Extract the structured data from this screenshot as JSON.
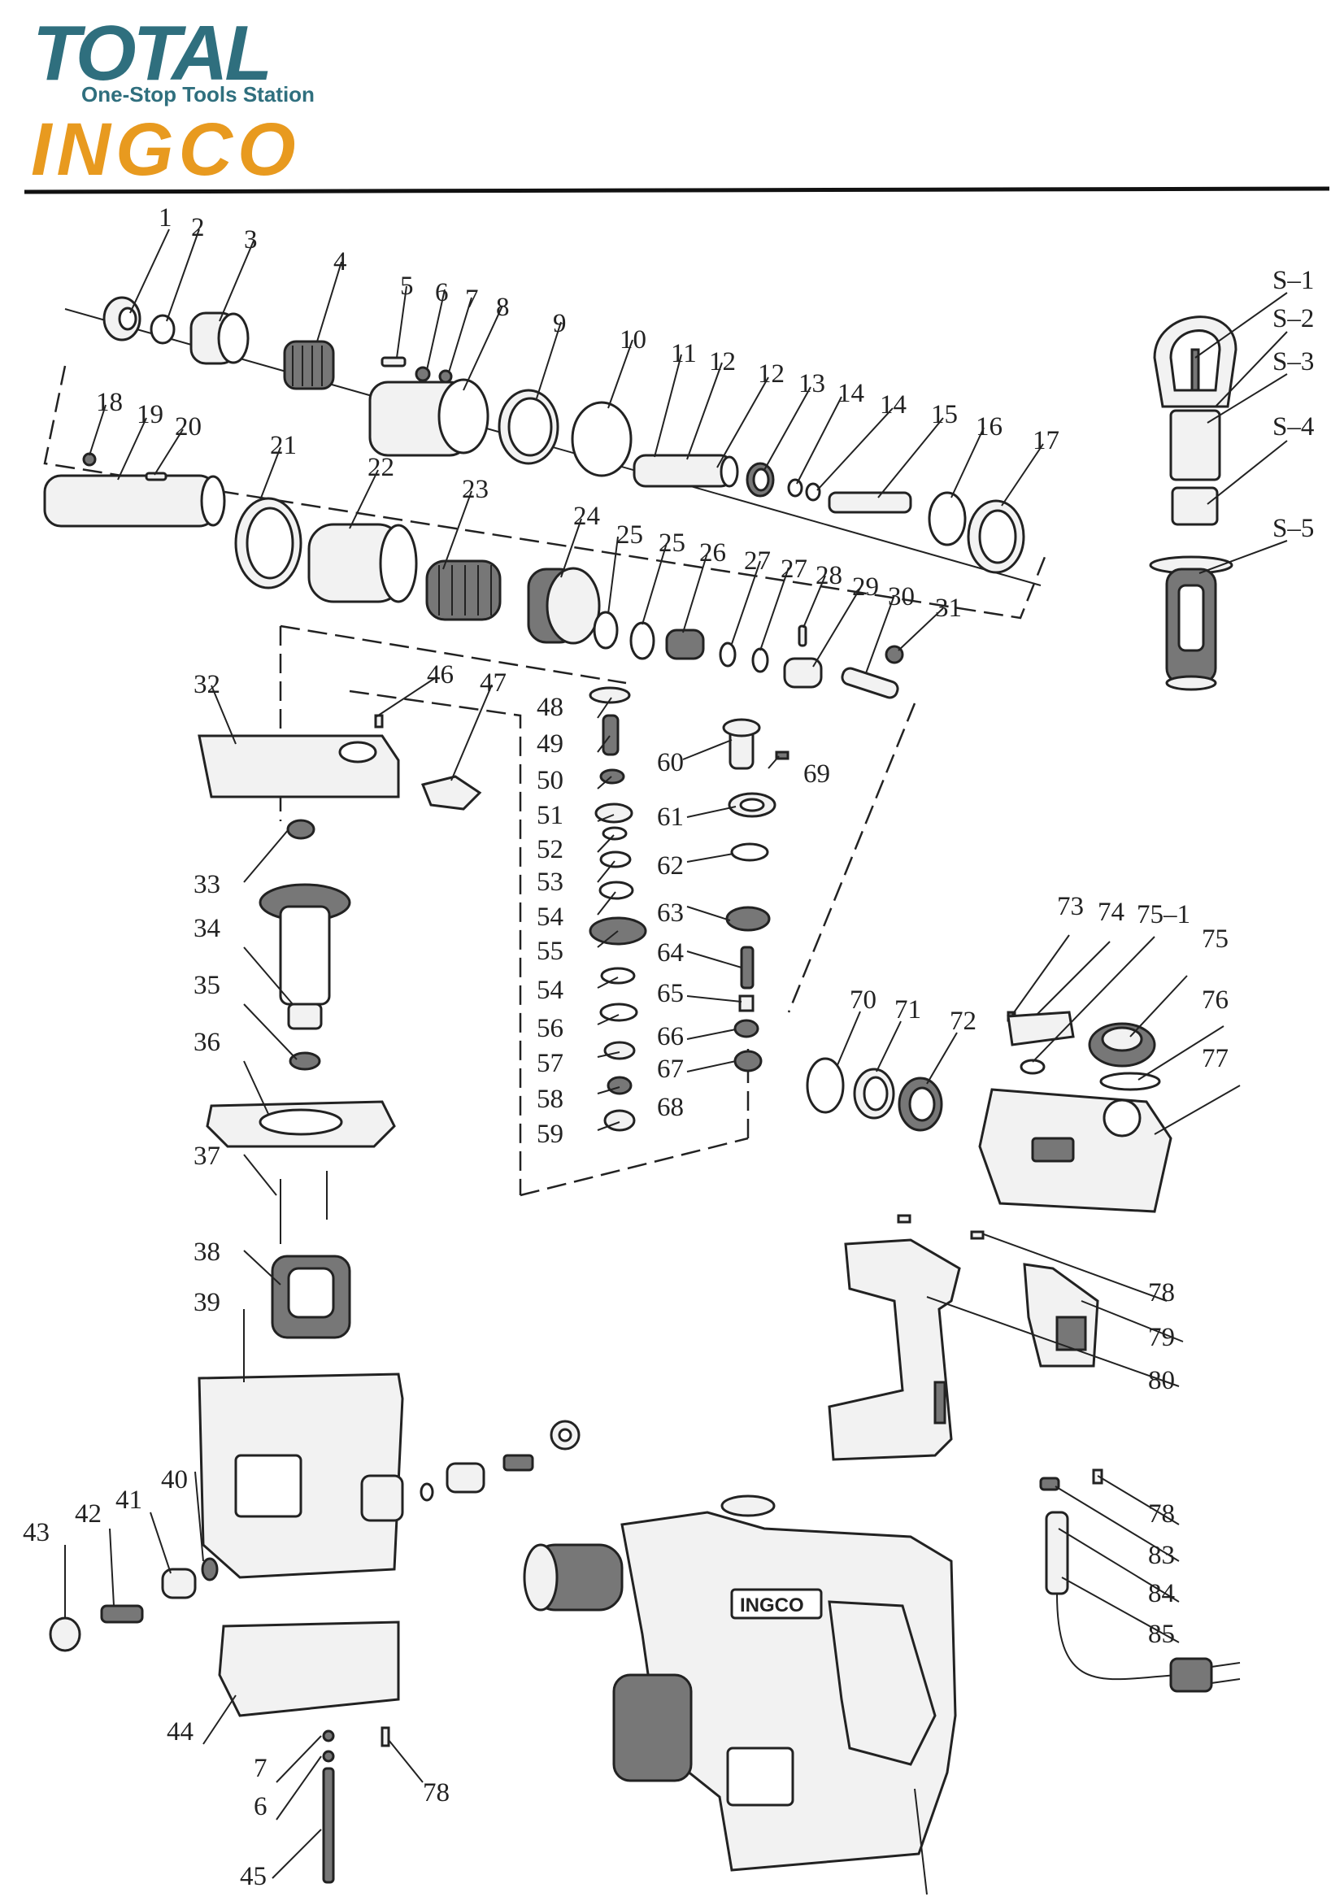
{
  "brand": {
    "total_logo": "TOTAL",
    "total_tagline": "One-Stop Tools Station",
    "ingco_logo": "INGCO",
    "colors": {
      "total_teal": "#2f6f7e",
      "ingco_orange": "#e89a1f",
      "rule": "#111111"
    }
  },
  "labels": {
    "p1": "1",
    "p2": "2",
    "p3": "3",
    "p4": "4",
    "p5": "5",
    "p6": "6",
    "p7": "7",
    "p8": "8",
    "p9": "9",
    "p10": "10",
    "p11": "11",
    "p12a": "12",
    "p12b": "12",
    "p13": "13",
    "p14a": "14",
    "p14b": "14",
    "p15": "15",
    "p16": "16",
    "p17": "17",
    "p18": "18",
    "p19": "19",
    "p20": "20",
    "p21": "21",
    "p22": "22",
    "p23": "23",
    "p24": "24",
    "p25a": "25",
    "p25b": "25",
    "p26": "26",
    "p27a": "27",
    "p27b": "27",
    "p28": "28",
    "p29": "29",
    "p30": "30",
    "p31": "31",
    "p32": "32",
    "p33": "33",
    "p34": "34",
    "p35": "35",
    "p36": "36",
    "p37": "37",
    "p38": "38",
    "p39": "39",
    "p40": "40",
    "p41": "41",
    "p42": "42",
    "p43": "43",
    "p44": "44",
    "p45": "45",
    "p46": "46",
    "p47": "47",
    "p48": "48",
    "p49": "49",
    "p50": "50",
    "p51": "51",
    "p52": "52",
    "p53": "53",
    "p54a": "54",
    "p55": "55",
    "p54b": "54",
    "p56": "56",
    "p57": "57",
    "p58": "58",
    "p59": "59",
    "p60": "60",
    "p61": "61",
    "p62": "62",
    "p63": "63",
    "p64": "64",
    "p65": "65",
    "p66": "66",
    "p67": "67",
    "p68": "68",
    "p69": "69",
    "p70": "70",
    "p71": "71",
    "p72": "72",
    "p73": "73",
    "p74": "74",
    "p75_1": "75–1",
    "p75": "75",
    "p76": "76",
    "p77": "77",
    "p78a": "78",
    "p79": "79",
    "p80": "80",
    "p78b": "78",
    "p83": "83",
    "p84": "84",
    "p85": "85",
    "p7b": "7",
    "p6b": "6",
    "p78c": "78",
    "s1": "S–1",
    "s2": "S–2",
    "s3": "S–3",
    "s4": "S–4",
    "s5": "S–5"
  },
  "product_badge": "INGCO"
}
